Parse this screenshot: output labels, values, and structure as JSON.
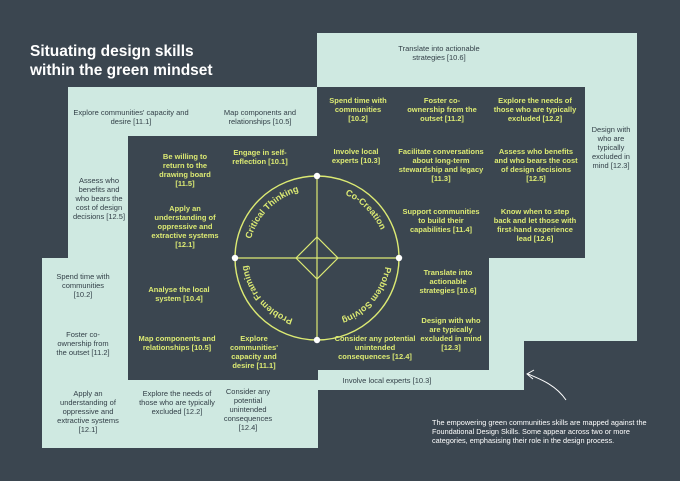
{
  "title": {
    "line1": "Situating design skills",
    "line2": "within the green mindset"
  },
  "footnote": "The empowering green communities skills are mapped against the Foundational Design Skills. Some appear across two or more categories, emphasising their role in the design process.",
  "colors": {
    "background": "#3b4650",
    "panel": "#cfe9e1",
    "accent": "#dcea73"
  },
  "wheel_labels": {
    "critical": "Critical Thinking",
    "cocreation": "Co-Creation",
    "problem_solving": "Problem Solving",
    "problem_framing": "Problem Framing"
  },
  "outer": {
    "top_right_1": "Translate into actionable strategies [10.6]",
    "right_1": "Design with who are typically excluded in mind [12.3]",
    "top_left_1": "Explore communities' capacity and desire [11.1]",
    "top_left_2": "Map components and relationships [10.5]",
    "left_1": "Assess who benefits and who bears the cost of design decisions [12.5]",
    "bl_1": "Spend time with communities [10.2]",
    "bl_2": "Foster co-ownership from the outset [11.2]",
    "bl_3": "Apply an understanding of oppressive and extractive systems [12.1]",
    "bl_4": "Explore the needs of those who are typically excluded [12.2]",
    "bl_5": "Consider any potential unintended consequences [12.4]",
    "br_1": "Involve local experts [10.3]"
  },
  "inner": {
    "tl_1": "Be willing to return to the drawing board [11.5]",
    "tl_2": "Engage in self-reflection [10.1]",
    "tl_3": "Apply an understanding of oppressive and extractive systems [12.1]",
    "tr_1": "Spend time with communities [10.2]",
    "tr_2": "Foster co-ownership from the outset [11.2]",
    "tr_3": "Explore the needs of those who are typically excluded [12.2]",
    "tr_4": "Involve local experts [10.3]",
    "tr_5": "Facilitate conversations about long-term stewardship and legacy [11.3]",
    "tr_6": "Assess who benefits and who bears the cost of design decisions [12.5]",
    "tr_7": "Support communities to build their capabilities [11.4]",
    "tr_8": "Know when to step back and let those with first-hand experience lead [12.6]",
    "bl_1": "Analyse the local system [10.4]",
    "bl_2": "Map components and relationships [10.5]",
    "bl_3": "Explore communities' capacity and desire [11.1]",
    "br_1": "Translate into actionable strategies [10.6]",
    "br_2": "Design with who are typically excluded in mind [12.3]",
    "br_3": "Consider any potential unintended consequences [12.4]"
  }
}
